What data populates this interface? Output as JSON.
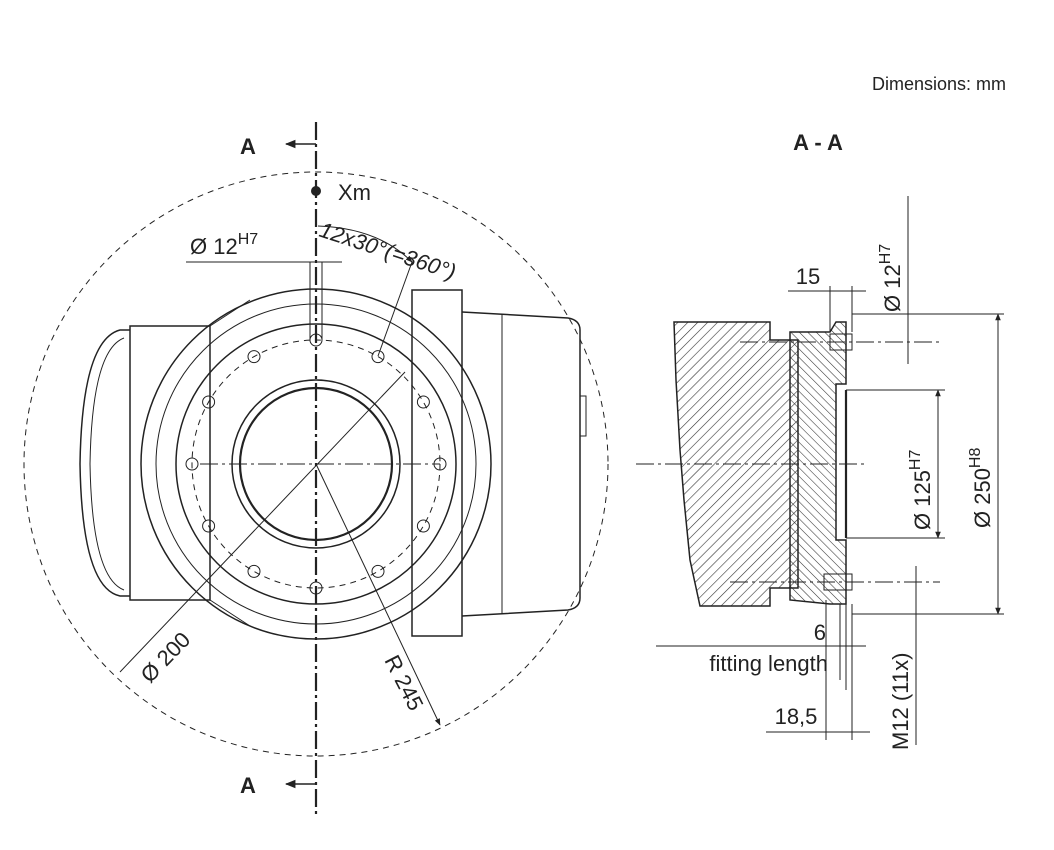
{
  "units_note": "Dimensions: mm",
  "section_marker": "A",
  "section_title": "A - A",
  "front_view": {
    "point_label": "Xm",
    "pin_hole_base": "Ø 12",
    "pin_hole_tolerance": "H7",
    "bolt_pattern": "12x30°(=360°)",
    "pitch_circle": "Ø 200",
    "radius": "R 245"
  },
  "section_view": {
    "pin_hole_base": "Ø 12",
    "pin_hole_tolerance": "H7",
    "pin_depth": "15",
    "bore_base": "Ø 125",
    "bore_tolerance": "H7",
    "flange_base": "Ø 250",
    "flange_tolerance": "H8",
    "fitting_value": "6",
    "fitting_label": "fitting length",
    "thread_depth": "18,5",
    "thread_spec": "M12 (11x)"
  }
}
